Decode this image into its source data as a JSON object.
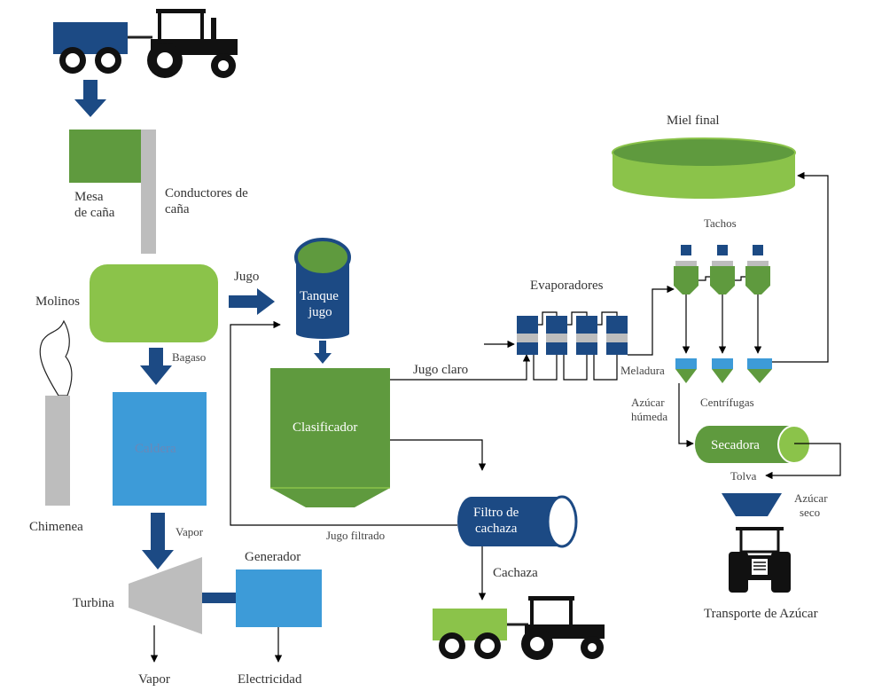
{
  "labels": {
    "miel_final": "Miel final",
    "mesa": "Mesa",
    "de_cana": "de caña",
    "conductores": "Conductores de",
    "cana": "caña",
    "tachos": "Tachos",
    "molinos": "Molinos",
    "jugo": "Jugo",
    "tanque": "Tanque",
    "jugo2": "jugo",
    "evaporadores": "Evaporadores",
    "bagaso": "Bagaso",
    "caldera": "Caldera",
    "jugo_claro": "Jugo claro",
    "meladura": "Meladura",
    "azucar": "Azúcar",
    "humeda": "húmeda",
    "centrifugas": "Centrífugas",
    "clasificador": "Clasificador",
    "secadora": "Secadora",
    "tolva": "Tolva",
    "chimenea": "Chimenea",
    "azucar_seco_1": "Azúcar",
    "azucar_seco_2": "seco",
    "vapor_top": "Vapor",
    "filtro_1": "Filtro de",
    "filtro_2": "cachaza",
    "jugo_filtrado": "Jugo filtrado",
    "generador": "Generador",
    "cachaza": "Cachaza",
    "turbina": "Turbina",
    "transporte": "Transporte de Azúcar",
    "vapor_bottom": "Vapor",
    "electricidad": "Electricidad"
  },
  "colors": {
    "dark_blue": "#1c4a84",
    "light_green": "#8bc34a",
    "dark_green": "#5f9a3e",
    "sky_blue": "#3d9bd8",
    "gray": "#bdbdbd"
  }
}
